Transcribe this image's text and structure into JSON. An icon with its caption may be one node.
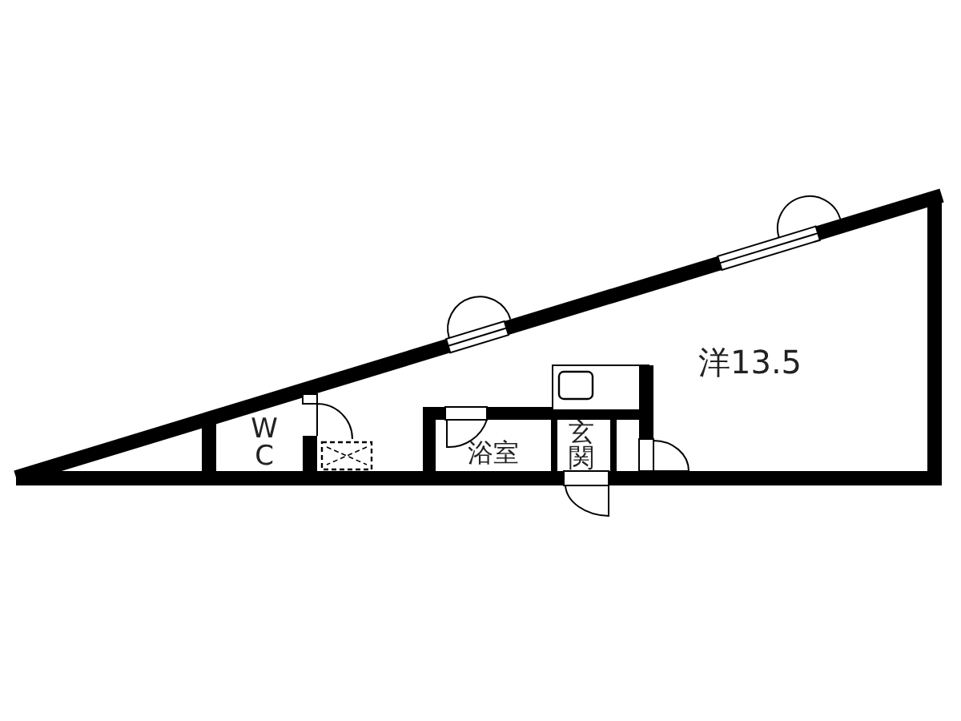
{
  "diagram": {
    "labels": [
      "洋13.5",
      "WC",
      "浴室",
      "玄関"
    ]
  }
}
